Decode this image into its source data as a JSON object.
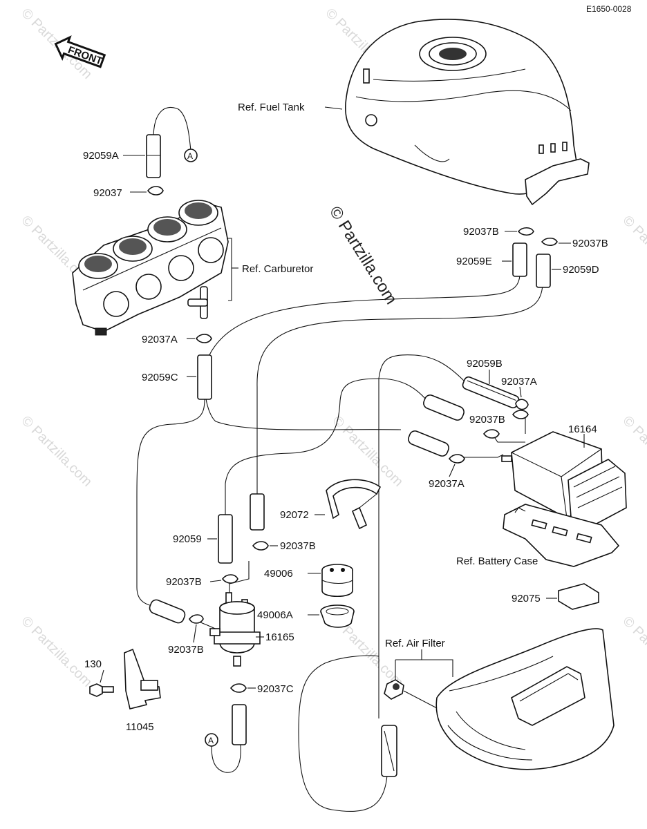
{
  "diagram_code": "E1650-0028",
  "front_label": "FRONT",
  "watermark_main": "© Partzilla.com",
  "watermark_tiles": [
    "© Partzilla.com",
    "© Partzilla.com",
    "© Partzilla.com",
    "© Partzilla.com",
    "© Partzilla.com",
    "© Partzilla.com",
    "© Partzilla.com",
    "© Partzilla.com",
    "© Partzilla.com",
    "© Partzilla.com"
  ],
  "references": {
    "fuel_tank": "Ref. Fuel Tank",
    "carburetor": "Ref. Carburetor",
    "battery_case": "Ref. Battery Case",
    "air_filter": "Ref. Air Filter"
  },
  "connector_marks": [
    "A",
    "A"
  ],
  "parts": {
    "p92059A": "92059A",
    "p92037_top": "92037",
    "p92037B_1": "92037B",
    "p92037B_2": "92037B",
    "p92059E": "92059E",
    "p92059D": "92059D",
    "p92037A_1": "92037A",
    "p92059C": "92059C",
    "p92059B": "92059B",
    "p92037A_2": "92037A",
    "p92037B_3": "92037B",
    "p16164": "16164",
    "p92037A_3": "92037A",
    "p92072": "92072",
    "p92059": "92059",
    "p92037B_4": "92037B",
    "p49006": "49006",
    "p92037B_5": "92037B",
    "p49006A": "49006A",
    "p16165": "16165",
    "p92037B_6": "92037B",
    "p92075": "92075",
    "p130": "130",
    "p11045": "11045",
    "p92037C": "92037C"
  }
}
